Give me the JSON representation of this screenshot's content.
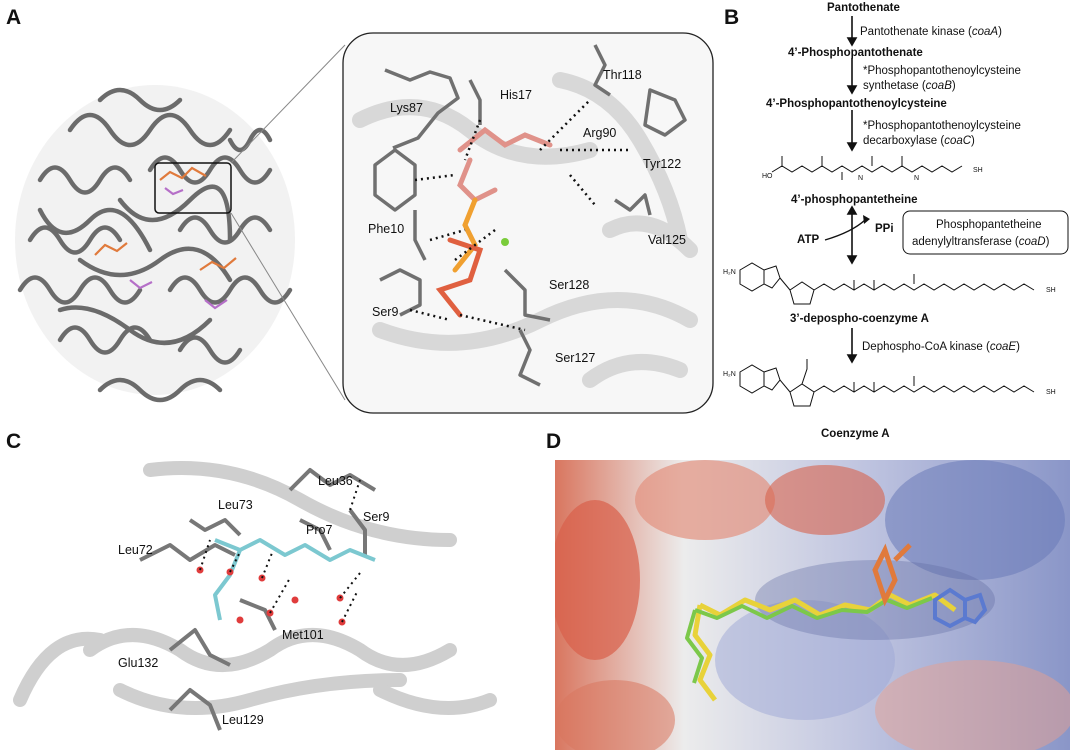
{
  "panels": {
    "a": {
      "letter": "A",
      "residues": [
        "Lys87",
        "His17",
        "Thr118",
        "Arg90",
        "Tyr122",
        "Phe10",
        "Val125",
        "Ser128",
        "Ser9",
        "Ser127"
      ]
    },
    "b": {
      "letter": "B",
      "pathway": {
        "pantothenate": "Pantothenate",
        "step1_enzyme": "Pantothenate kinase (",
        "step1_gene": "coaA",
        "step1_close": ")",
        "p_pantothenate": "4’-Phosphopantothenate",
        "step2_line1": "*Phosphopantothenoylcysteine",
        "step2_line2": "synthetase (",
        "step2_gene": "coaB",
        "step2_close": ")",
        "ppc": "4’-Phosphopantothenoylcysteine",
        "step3_line1": "*Phosphopantothenoylcysteine",
        "step3_line2": "decarboxylase (",
        "step3_gene": "coaC",
        "step3_close": ")",
        "ppant": "4’-phosphopantetheine",
        "atp": "ATP",
        "ppi": "PPi",
        "coad_line1": "Phosphopantetheine",
        "coad_line2": "adenylyltransferase (",
        "coad_gene": "coaD",
        "coad_close": ")",
        "dpcoa": "3’-depospho-coenzyme A",
        "step5_enzyme": "Dephospho-CoA kinase (",
        "step5_gene": "coaE",
        "step5_close": ")",
        "coa": "Coenzyme A"
      }
    },
    "c": {
      "letter": "C",
      "residues": [
        "Leu36",
        "Leu73",
        "Pro7",
        "Ser9",
        "Leu72",
        "Met101",
        "Glu132",
        "Leu129"
      ]
    },
    "d": {
      "letter": "D"
    }
  }
}
